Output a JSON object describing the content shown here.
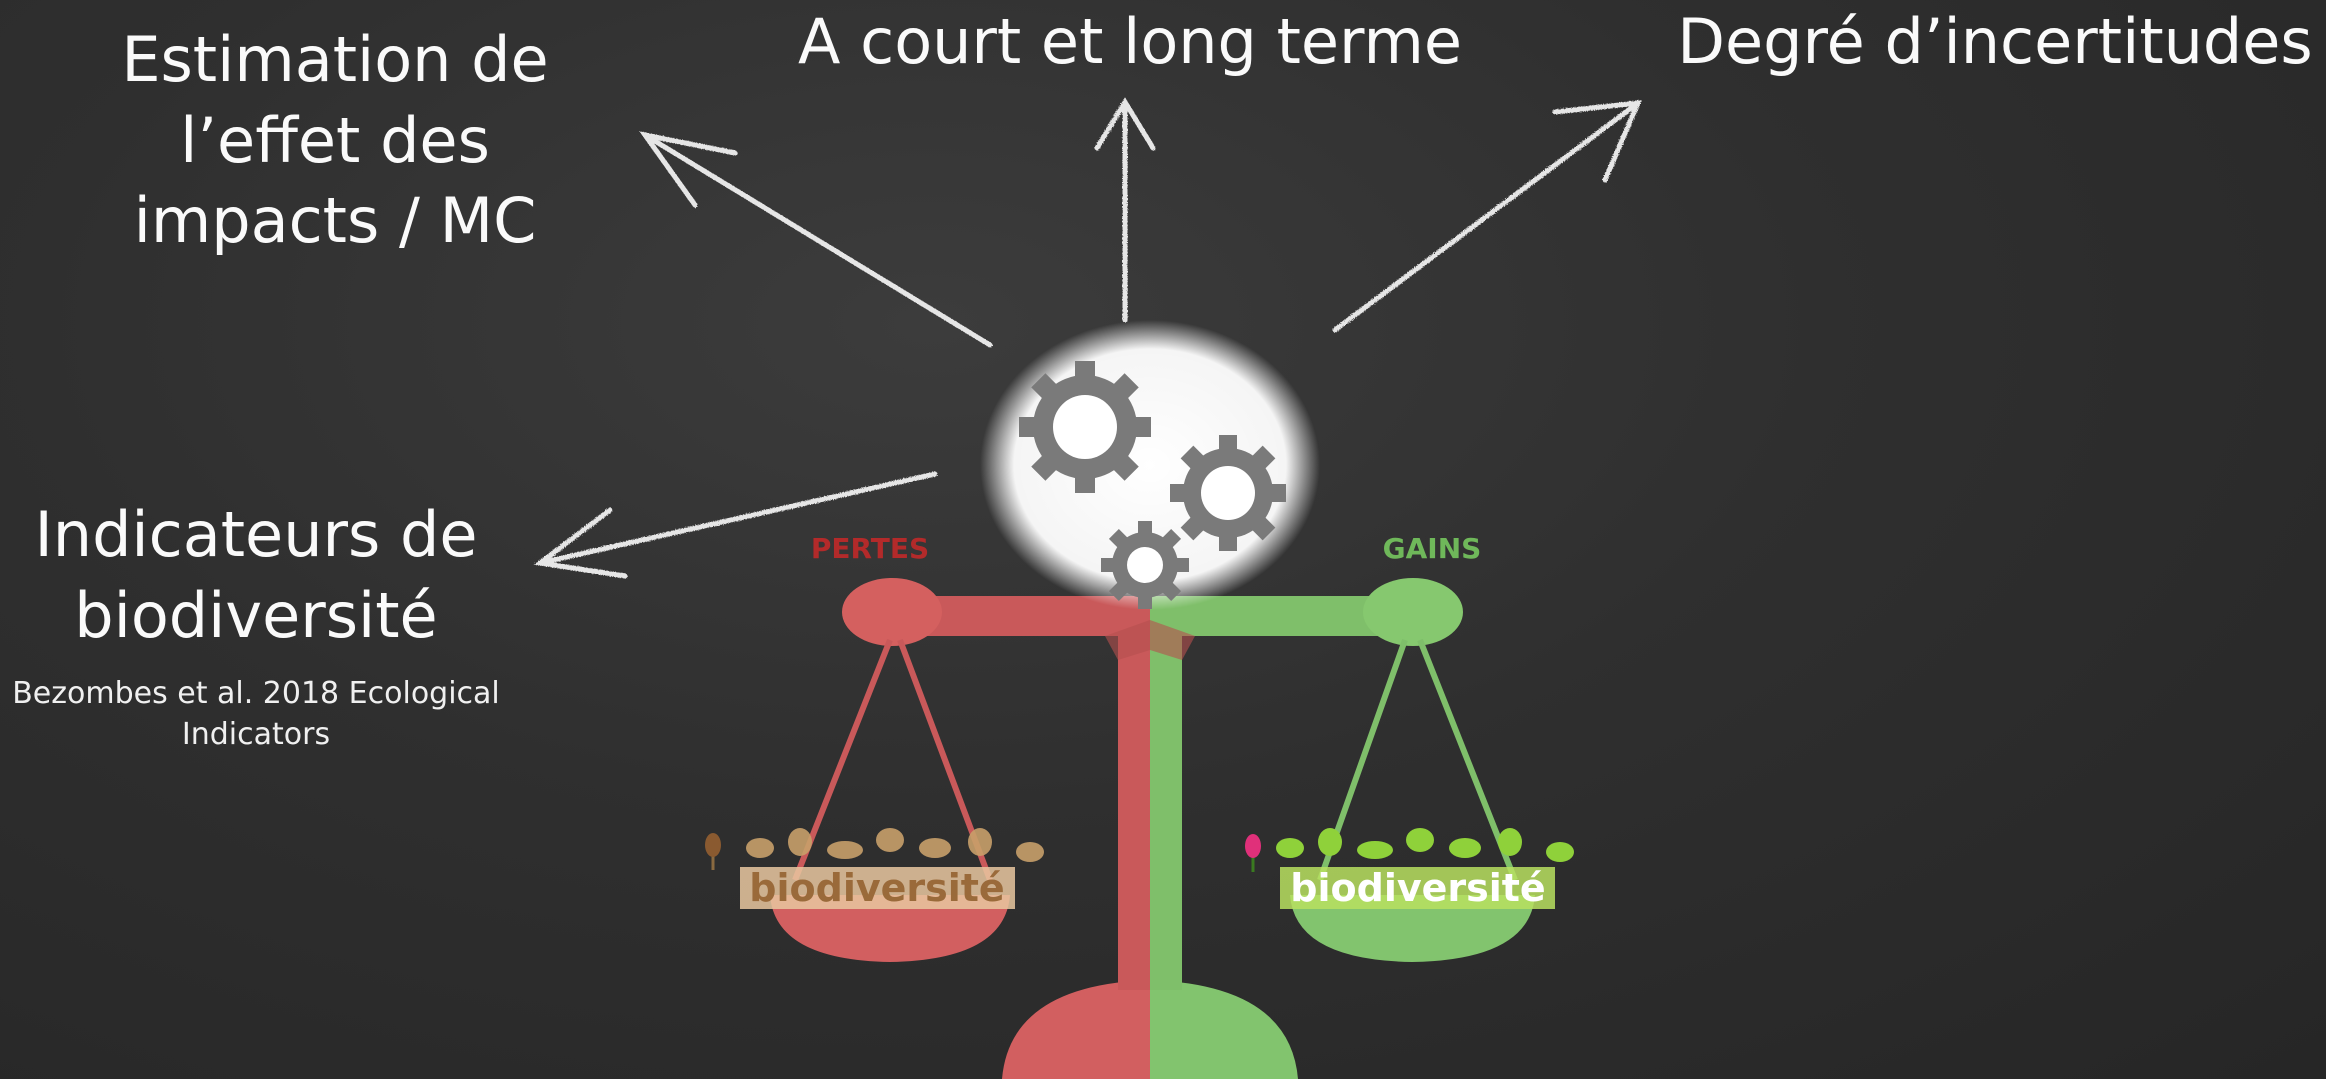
{
  "labels": {
    "estimation": "Estimation de l’effet des impacts / MC",
    "court_long": "A court et long terme",
    "incertitudes": "Degré d’incertitudes",
    "indicateurs": "Indicateurs de biodiversité",
    "citation": "Bezombes et al. 2018 Ecological Indicators"
  },
  "scale": {
    "left_title": "PERTES",
    "right_title": "GAINS",
    "left_pan_label": "biodiversité",
    "right_pan_label": "biodiversité"
  },
  "colors": {
    "background": "#2f2f2f",
    "pertes_red": "#c9595a",
    "gains_green": "#7fbf6a",
    "gear_gray": "#7a7a7a",
    "chalk": "#e8e8e8"
  },
  "icons": [
    "gear-icon",
    "arrow-icon",
    "scale-icon",
    "flower-icon"
  ]
}
